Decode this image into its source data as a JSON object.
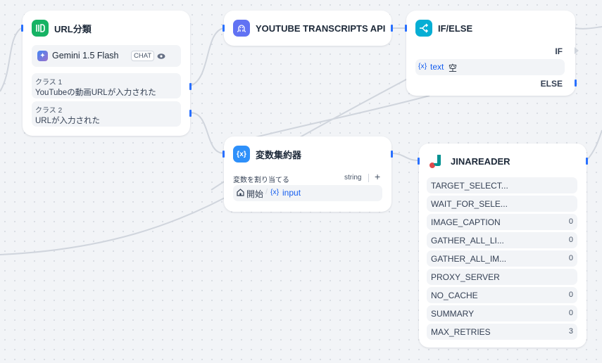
{
  "url_node": {
    "title": "URL分類",
    "model": {
      "name": "Gemini 1.5 Flash",
      "mode": "CHAT"
    },
    "classes": [
      {
        "label": "クラス 1",
        "text": "YouTubeの動画URLが入力された"
      },
      {
        "label": "クラス 2",
        "text": "URLが入力された"
      }
    ]
  },
  "youtube_node": {
    "title": "YOUTUBE TRANSCRIPTS API"
  },
  "ifelse_node": {
    "title": "IF/ELSE",
    "if_label": "IF",
    "condition": {
      "var_icon": "{x}",
      "var": "text",
      "op": "空"
    },
    "else_label": "ELSE"
  },
  "aggregator_node": {
    "title": "変数集約器",
    "section_label": "変数を割り当てる",
    "type": "string",
    "add": "+",
    "var": {
      "source": "開始",
      "sep": "/",
      "var_icon": "{x}",
      "name": "input"
    }
  },
  "jina_node": {
    "title": "JINAREADER",
    "params": [
      {
        "name": "TARGET_SELECT...",
        "value": ""
      },
      {
        "name": "WAIT_FOR_SELE...",
        "value": ""
      },
      {
        "name": "IMAGE_CAPTION",
        "value": "0"
      },
      {
        "name": "GATHER_ALL_LI...",
        "value": "0"
      },
      {
        "name": "GATHER_ALL_IM...",
        "value": "0"
      },
      {
        "name": "PROXY_SERVER",
        "value": ""
      },
      {
        "name": "NO_CACHE",
        "value": "0"
      },
      {
        "name": "SUMMARY",
        "value": "0"
      },
      {
        "name": "MAX_RETRIES",
        "value": "3"
      }
    ]
  },
  "colors": {
    "canvas": "#f2f4f7",
    "edge": "#d0d5dd",
    "handle": "#2970ff",
    "classifier_icon": "#16b364",
    "youtube_icon": "#6172f3",
    "ifelse_icon": "#06aed4",
    "aggregator_icon": "#2e90fa",
    "variable_text": "#155eef"
  },
  "icons": {
    "classifier": "classifier-icon",
    "youtube": "octopus-icon",
    "ifelse": "branch-icon",
    "aggregator": "variable-icon",
    "gemini": "gemini-sparkle-icon",
    "eye": "eye-icon",
    "home": "home-icon",
    "jina": "jina-logo-icon"
  }
}
